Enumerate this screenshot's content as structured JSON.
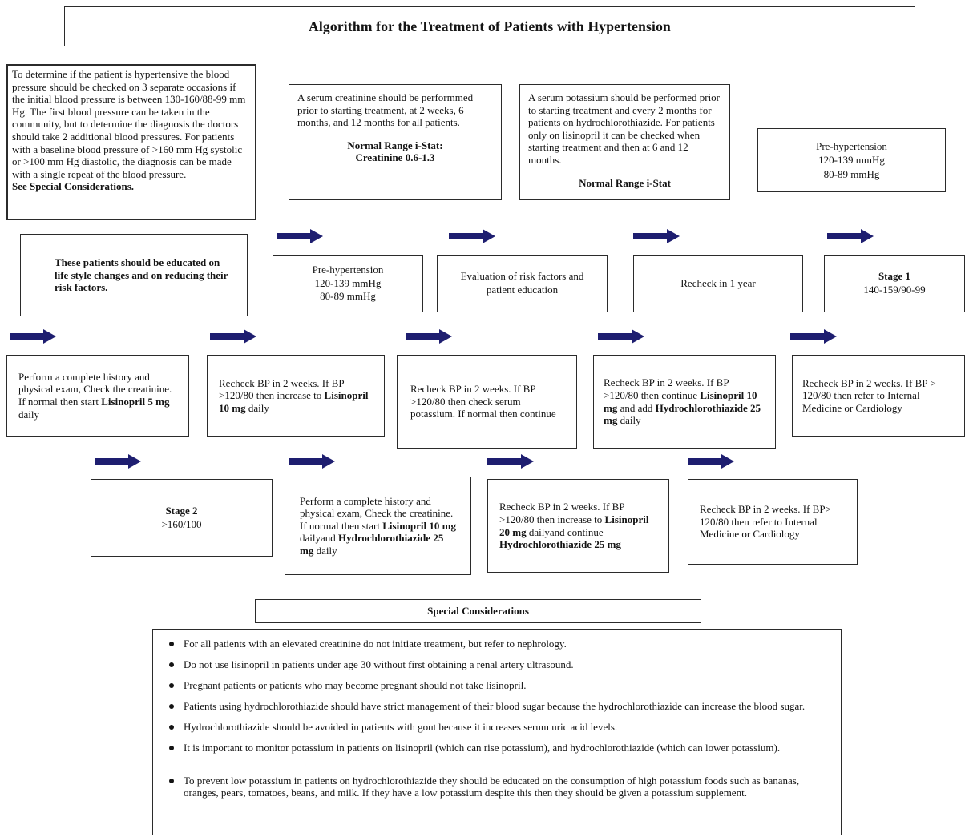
{
  "title": "Algorithm for the Treatment of Patients with Hypertension",
  "colors": {
    "arrow": "#1e1e70",
    "box_border": "#2b2b2b",
    "background": "#ffffff",
    "text": "#141414"
  },
  "row1": {
    "diagnosis": {
      "body": "To determine if the patient is hypertensive the blood pressure should be checked on 3 separate occasions if the initial blood pressure is between 130-160/88-99 mm Hg. The first blood pressure can be taken in the community, but to determine the diagnosis the doctors should take 2 additional blood pressures. For patients with a baseline blood pressure of >160 mm Hg systolic or >100 mm Hg diastolic, the diagnosis can be made with a single repeat of the blood pressure.",
      "bold_note": "See Special Considerations."
    },
    "creatinine": {
      "body": "A serum creatinine should be performmed prior to starting treatment, at 2 weeks, 6 months, and 12 months for all patients.",
      "range_line1": "Normal Range i-Stat:",
      "range_line2": "Creatinine 0.6-1.3"
    },
    "potassium": {
      "body": "A serum potassium should be performed prior to starting treatment and every 2 months for patients on hydrochlorothiazide. For patients only on lisinopril it can be checked when starting treatment and then at 6 and 12 months.",
      "range_line1": "Normal Range i-Stat"
    },
    "prehypertension": {
      "line1": "Pre-hypertension",
      "line2": "120-139 mmHg",
      "line3": "80-89 mmHg"
    }
  },
  "row2": {
    "educate": "These patients should be educated on life style changes and on reducing their risk factors.",
    "prehypertension": {
      "line1": "Pre-hypertension",
      "line2": "120-139 mmHg",
      "line3": "80-89 mmHg"
    },
    "evaluation": "Evaluation of risk factors and patient education",
    "recheck_year": "Recheck in 1 year",
    "stage1": {
      "title": "Stage 1",
      "range": "140-159/90-99"
    }
  },
  "row3": {
    "start5": {
      "t1": "Perform a complete history and physical exam, Check the creatinine. If normal then start ",
      "b1": "Lisinopril 5 mg",
      "t2": " daily"
    },
    "increase10": {
      "t1": "Recheck BP in 2 weeks. If BP >120/80 then increase to ",
      "b1": "Lisinopril 10 mg",
      "t2": " daily"
    },
    "check_potassium": {
      "t1": "Recheck BP in 2 weeks. If BP >120/80 then check serum potassium. If normal then continue"
    },
    "add_hctz": {
      "t1": "Recheck BP in 2 weeks. If BP >120/80 then continue ",
      "b1": "Lisinopril 10 mg",
      "t2": " and add ",
      "b2": "Hydrochlorothiazide 25 mg",
      "t3": " daily"
    },
    "refer": {
      "t1": "Recheck BP in 2 weeks. If BP > 120/80 then refer to Internal Medicine or Cardiology"
    }
  },
  "row4": {
    "stage2": {
      "title": "Stage 2",
      "range": ">160/100"
    },
    "start10": {
      "t1": "Perform a complete history and physical exam, Check the creatinine. If normal then start ",
      "b1": "Lisinopril 10 mg",
      "t2": " dailyand ",
      "b2": "Hydrochlorothiazide 25 mg",
      "t3": " daily"
    },
    "increase20": {
      "t1": "Recheck BP in 2 weeks. If BP >120/80 then increase to ",
      "b1": "Lisinopril 20 mg",
      "t2": " dailyand continue ",
      "b2": "Hydrochlorothiazide 25 mg"
    },
    "refer": {
      "t1": "Recheck BP in 2 weeks. If BP> 120/80 then refer to Internal Medicine or Cardiology"
    }
  },
  "special": {
    "title": "Special Considerations",
    "bullets": [
      "For all patients with an elevated creatinine do not initiate treatment, but refer to nephrology.",
      "Do not use lisinopril in patients under age 30 without first obtaining a renal artery ultrasound.",
      "Pregnant patients or patients who may become pregnant should not take lisinopril.",
      "Patients using hydrochlorothiazide should have strict management of their blood sugar because the hydrochlorothiazide can increase the blood sugar.",
      "Hydrochlorothiazide should be avoided in patients with gout because it increases serum uric acid levels.",
      "It is important to monitor potassium in patients on lisinopril (which can rise potassium), and hydrochlorothiazide (which can lower potassium).",
      "To prevent low potassium in patients on hydrochlorothiazide they should be educated on the consumption of high potassium foods such as bananas, oranges, pears, tomatoes, beans, and milk. If they have a low potassium despite this then they should be given a potassium supplement."
    ]
  }
}
